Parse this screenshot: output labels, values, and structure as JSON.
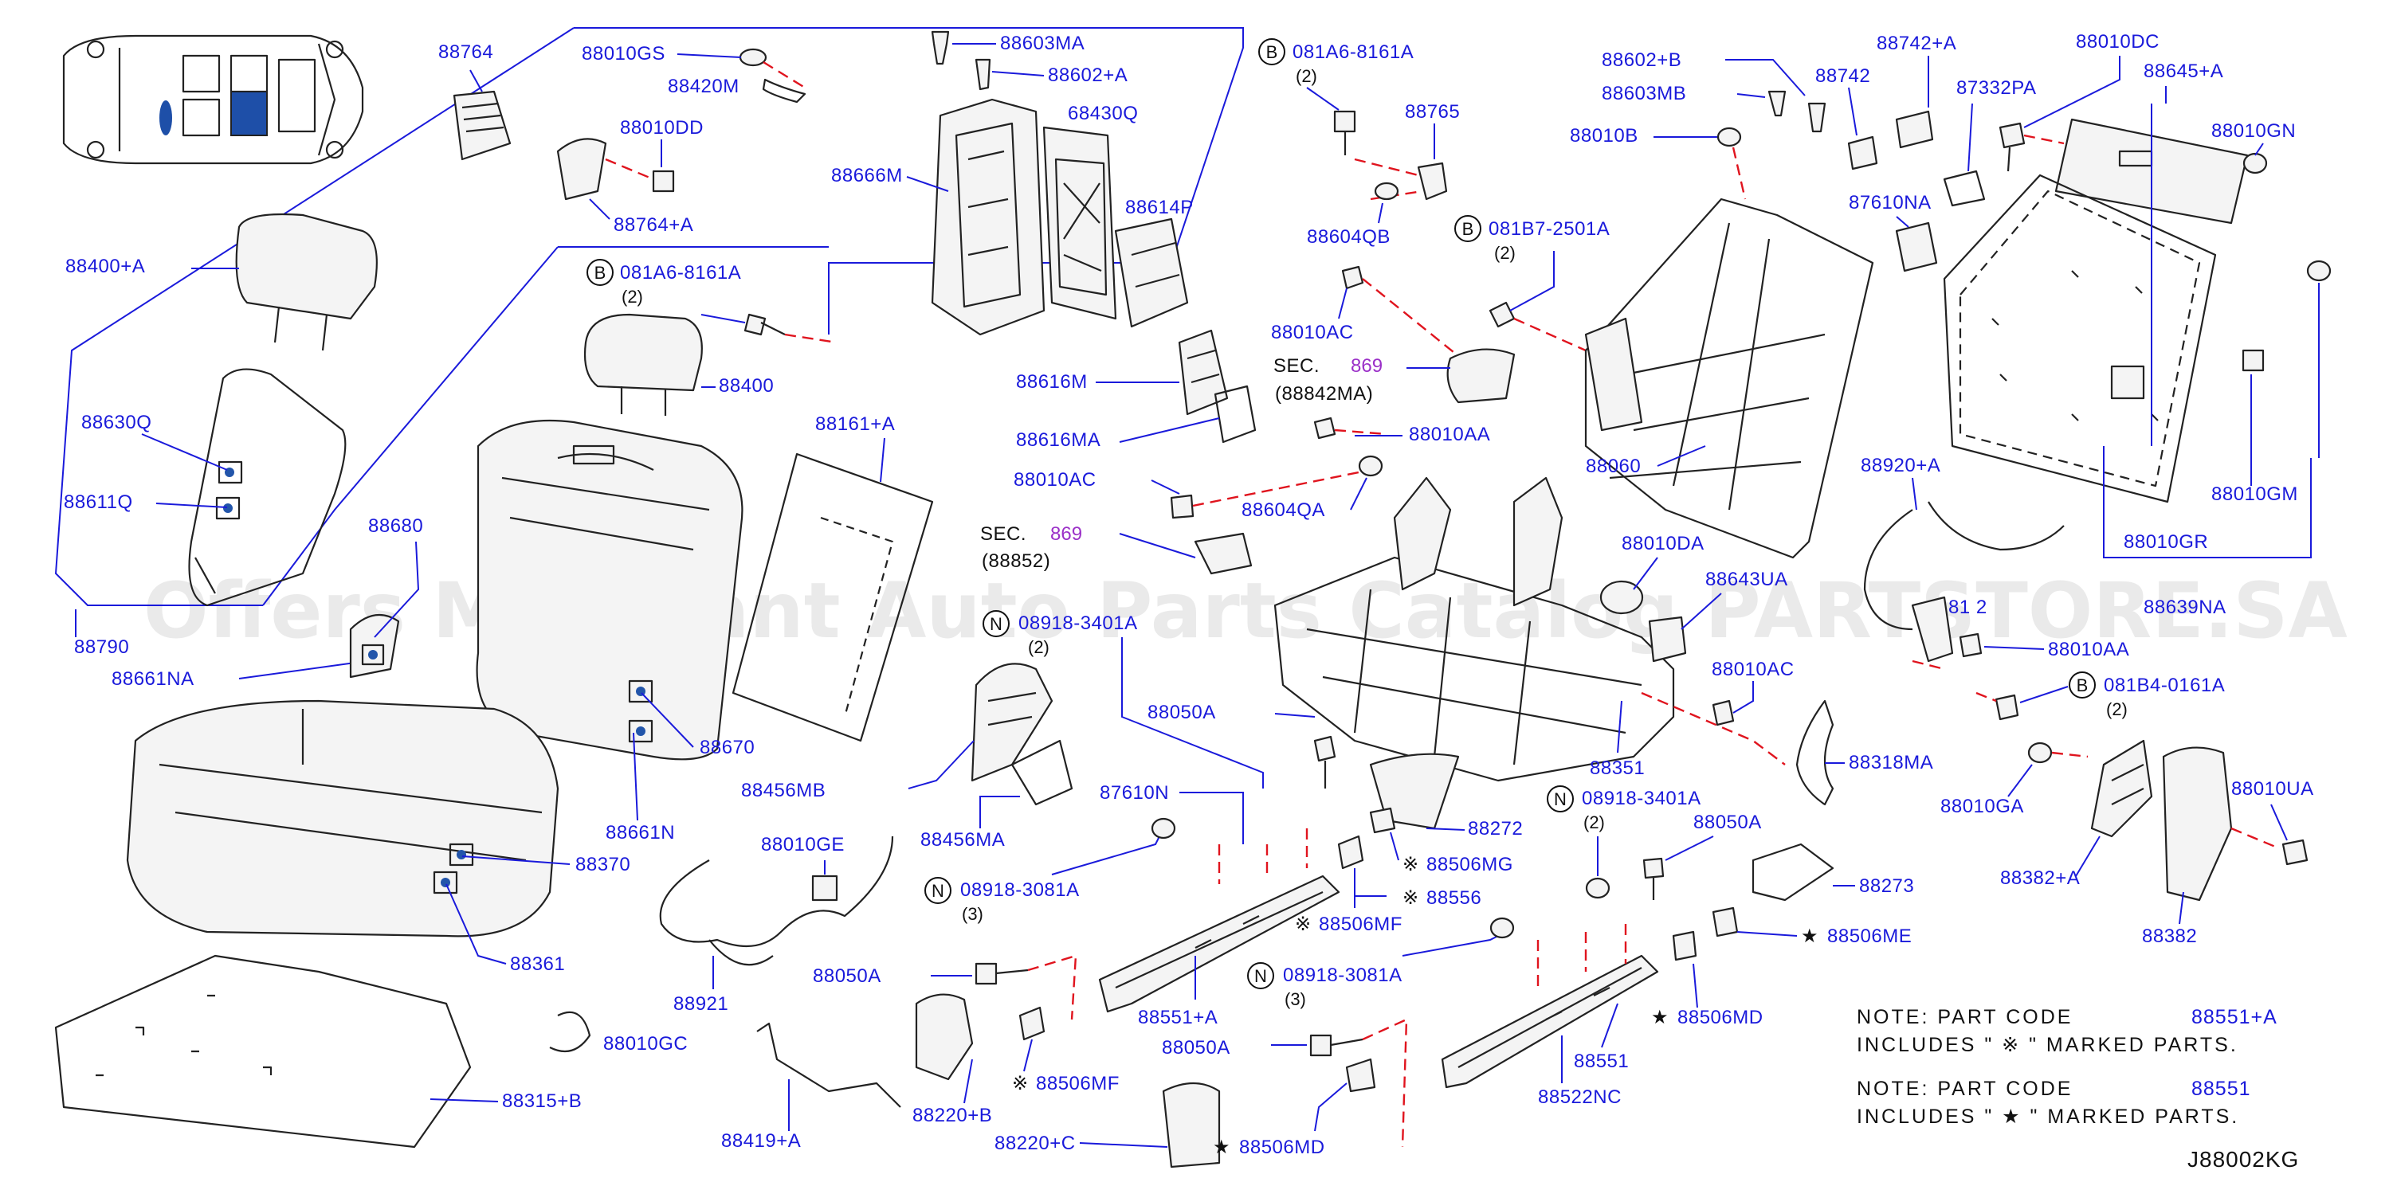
{
  "diagram": {
    "code": "J88002KG",
    "watermark": "Offers Merchant Auto Parts Catalog PARTSTORE.SA",
    "notes": [
      {
        "prefix": "NOTE:  PART  CODE",
        "code": "88551+A",
        "line2": "INCLUDES  \"  ※  \"  MARKED  PARTS."
      },
      {
        "prefix": "NOTE:  PART  CODE",
        "code": "88551",
        "line2": "INCLUDES  \"  ★  \"  MARKED  PARTS."
      }
    ],
    "labels": {
      "l88764": "88764",
      "l88010GS": "88010GS",
      "l88420M": "88420M",
      "l88010DD": "88010DD",
      "l88764A": "88764+A",
      "l88603MA": "88603MA",
      "l88602A": "88602+A",
      "l68430Q": "68430Q",
      "l88666M": "88666M",
      "l88614P": "88614P",
      "l88400A": "88400+A",
      "l081A6_1": "081A6-8161A",
      "q081A6_1": "(2)",
      "l88400": "88400",
      "l88630Q": "88630Q",
      "l88611Q": "88611Q",
      "l88680": "88680",
      "l88790": "88790",
      "l88661NA": "88661NA",
      "l88161A": "88161+A",
      "l88670": "88670",
      "l88661N": "88661N",
      "l88370": "88370",
      "l88361": "88361",
      "l88315B": "88315+B",
      "l88010GC": "88010GC",
      "l88921": "88921",
      "l88010GE": "88010GE",
      "l88419A": "88419+A",
      "l081A6_2": "081A6-8161A",
      "q081A6_2": "(2)",
      "l88765": "88765",
      "l88604QB": "88604QB",
      "l081B7": "081B7-2501A",
      "q081B7": "(2)",
      "l88010AC1": "88010AC",
      "lSEC1": "SEC.",
      "lSEC1n": "869",
      "lSEC1p": "(88842MA)",
      "l88010AA1": "88010AA",
      "l88616M": "88616M",
      "l88616MA": "88616MA",
      "l88010AC2": "88010AC",
      "l88604QA": "88604QA",
      "lSEC2": "SEC.",
      "lSEC2n": "869",
      "lSEC2p": "(88852)",
      "l08918_1": "08918-3401A",
      "q08918_1": "(2)",
      "l88456MB": "88456MB",
      "l88456MA": "88456MA",
      "l88050A1": "88050A",
      "l87610N": "87610N",
      "l08918_2": "08918-3081A",
      "q08918_2": "(3)",
      "l88050A2": "88050A",
      "l88551A": "88551+A",
      "l88220B": "88220+B",
      "l88506MF1": "88506MF",
      "l88220C": "88220+C",
      "l88506MD1": "88506MD",
      "l88050A3": "88050A",
      "l08918_3": "08918-3081A",
      "q08918_3": "(3)",
      "l88506MF2": "88506MF",
      "l88272": "88272",
      "l88506MG": "88506MG",
      "l88556": "88556",
      "l88551": "88551",
      "l88522NC": "88522NC",
      "l88506MD2": "88506MD",
      "l88273": "88273",
      "l88506ME": "88506ME",
      "l88050A4": "88050A",
      "l08918_4": "08918-3401A",
      "q08918_4": "(2)",
      "l88351": "88351",
      "l88060": "88060",
      "l88010DA": "88010DA",
      "l88643UA": "88643UA",
      "l88010AC3": "88010AC",
      "l88602B": "88602+B",
      "l88603MB": "88603MB",
      "l88742": "88742",
      "l88742A": "88742+A",
      "l87332PA": "87332PA",
      "l88010DC": "88010DC",
      "l88645A": "88645+A",
      "l88010GN": "88010GN",
      "l88010B": "88010B",
      "l87610NA": "87610NA",
      "l88010GM": "88010GM",
      "l88010GR": "88010GR",
      "l88920A": "88920+A",
      "l88639NA": "88639NA",
      "l81_2": "81 2",
      "l88010AA2": "88010AA",
      "l081B4": "081B4-0161A",
      "q081B4": "(2)",
      "l88318MA": "88318MA",
      "l88010GA": "88010GA",
      "l88382A": "88382+A",
      "l88010UA": "88010UA",
      "l88382": "88382",
      "markB": "B",
      "markN": "N",
      "star": "★",
      "kome": "※"
    },
    "colors": {
      "label": "#1a1adb",
      "leader": "#1a1adb",
      "dashed": "#e0141e",
      "line": "#222222"
    }
  }
}
